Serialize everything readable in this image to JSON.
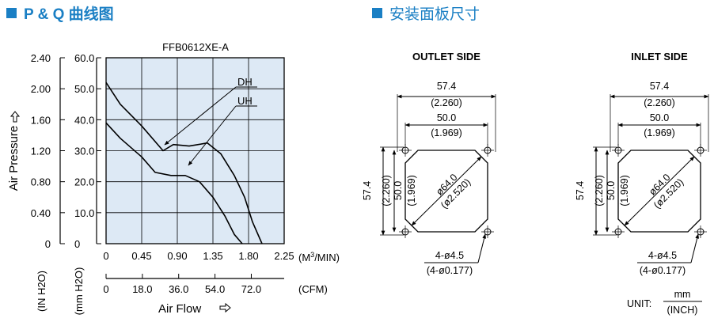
{
  "left_section": {
    "title": "P & Q 曲线图",
    "marker_color": "#1a7fc4",
    "title_color": "#1a7fc4",
    "model": "FFB0612XE-A",
    "left_axis_in": {
      "ticks": [
        "2.40",
        "2.00",
        "1.60",
        "1.20",
        "0.80",
        "0.40",
        "0"
      ],
      "label": "Air Pressure",
      "unit": "(IN H2O)"
    },
    "left_axis_mm": {
      "ticks": [
        "60.0",
        "50.0",
        "40.0",
        "30.0",
        "20.0",
        "10.0",
        "0"
      ],
      "unit": "(mm H2O)"
    },
    "x_axis_m3": {
      "ticks": [
        "0",
        "0.45",
        "0.90",
        "1.35",
        "1.80",
        "2.25"
      ],
      "unit": "(M3/MIN)"
    },
    "x_axis_cfm": {
      "ticks": [
        "0",
        "18.0",
        "36.0",
        "54.0",
        "72.0"
      ],
      "unit": "(CFM)"
    },
    "x_label": "Air Flow",
    "curve_labels": [
      "DH",
      "UH"
    ],
    "plot_bg": "#dde9f5"
  },
  "chart_data": {
    "type": "line",
    "title": "FFB0612XE-A",
    "xlabel": "Air Flow (M3/MIN)",
    "ylabel": "Air Pressure (mm H2O)",
    "xlim": [
      0,
      2.25
    ],
    "ylim": [
      0,
      60
    ],
    "grid": true,
    "series": [
      {
        "name": "DH",
        "x": [
          0,
          0.18,
          0.45,
          0.72,
          0.85,
          1.05,
          1.28,
          1.45,
          1.62,
          1.75,
          1.85,
          1.97
        ],
        "y": [
          52,
          45,
          38,
          30,
          32,
          31.5,
          32.5,
          29,
          22,
          15,
          7,
          0
        ]
      },
      {
        "name": "UH",
        "x": [
          0,
          0.18,
          0.45,
          0.62,
          0.82,
          1.0,
          1.18,
          1.35,
          1.5,
          1.62,
          1.72
        ],
        "y": [
          39,
          34,
          28,
          23,
          22,
          22,
          20,
          15,
          9,
          3,
          0
        ]
      }
    ]
  },
  "right_section": {
    "title": "安装面板尺寸",
    "outlet": {
      "title": "OUTLET SIDE",
      "dim_57_4": "57.4",
      "dim_2_260": "(2.260)",
      "dim_50_0": "50.0",
      "dim_1_969": "(1.969)",
      "dia_64": "ø64.0",
      "dia_2_520": "(ø2.520)",
      "hole": "4-ø4.5",
      "hole_in": "(4-ø0.177)",
      "v_57_4": "57.4",
      "v_2_260": "(2.260)",
      "v_50_0": "50.0",
      "v_1_969": "(1.969)"
    },
    "inlet": {
      "title": "INLET SIDE",
      "dim_57_4": "57.4",
      "dim_2_260": "(2.260)",
      "dim_50_0": "50.0",
      "dim_1_969": "(1.969)",
      "dia_64": "ø64.0",
      "dia_2_520": "(ø2.520)",
      "hole": "4-ø4.5",
      "hole_in": "(4-ø0.177)",
      "v_57_4": "57.4",
      "v_2_260": "(2.260)",
      "v_50_0": "50.0",
      "v_1_969": "(1.969)"
    },
    "unit_label": "UNIT:",
    "unit_mm": "mm",
    "unit_inch": "(INCH)"
  }
}
